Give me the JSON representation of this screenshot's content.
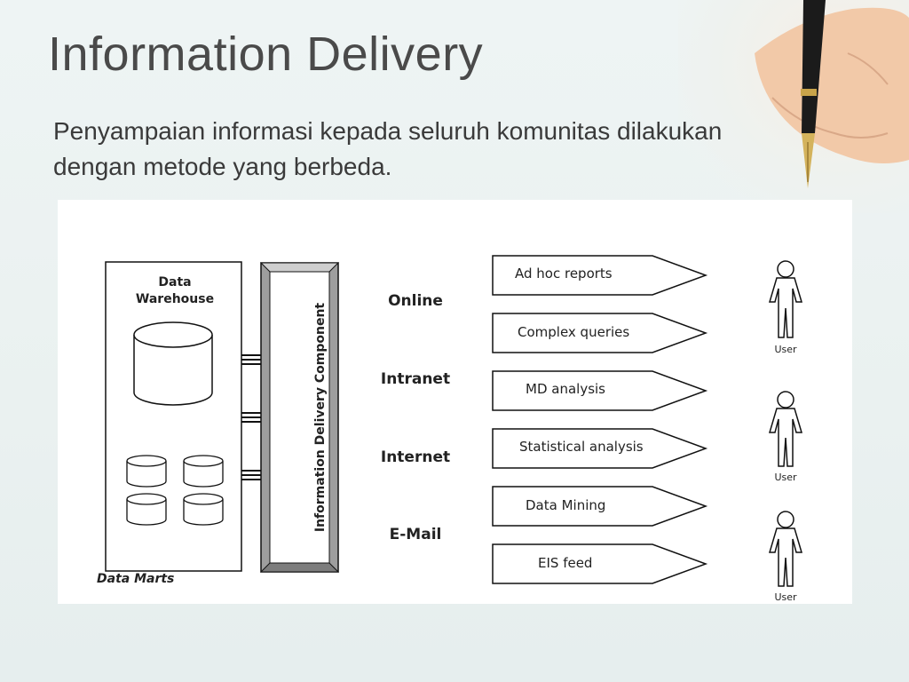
{
  "slide": {
    "title": "Information Delivery",
    "subtitle": "Penyampaian informasi kepada seluruh komunitas dilakukan dengan metode yang berbeda."
  },
  "diagram": {
    "warehouse_label_line1": "Data",
    "warehouse_label_line2": "Warehouse",
    "data_marts_label": "Data Marts",
    "component_label": "Information Delivery Component",
    "channels": [
      "Online",
      "Intranet",
      "Internet",
      "E-Mail"
    ],
    "outputs": [
      "Ad hoc reports",
      "Complex queries",
      "MD analysis",
      "Statistical analysis",
      "Data Mining",
      "EIS feed"
    ],
    "user_label": "User"
  }
}
